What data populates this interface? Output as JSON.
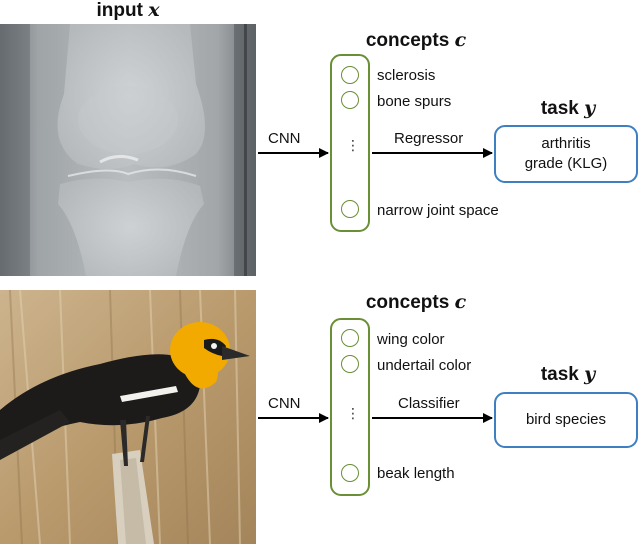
{
  "figure": {
    "input_title": "input",
    "input_var": "x",
    "panels": [
      {
        "concepts_title": "concepts",
        "concepts_var": "c",
        "concepts": [
          "sclerosis",
          "bone spurs",
          "narrow joint space"
        ],
        "ellipsis": "⋮",
        "backbone_label": "CNN",
        "head_label": "Regressor",
        "task_title": "task",
        "task_var": "y",
        "task_line1": "arthritis",
        "task_line2": "grade (KLG)"
      },
      {
        "concepts_title": "concepts",
        "concepts_var": "c",
        "concepts": [
          "wing color",
          "undertail color",
          "beak length"
        ],
        "ellipsis": "⋮",
        "backbone_label": "CNN",
        "head_label": "Classifier",
        "task_title": "task",
        "task_var": "y",
        "task_text": "bird species"
      }
    ],
    "colors": {
      "concept_box": "#6a8f36",
      "task_box": "#3d7fc1",
      "arrow": "#000000",
      "bird_head": "#f2a900",
      "xray_bg": "#9ea3a6"
    },
    "images": [
      "knee-xray-image",
      "bird-photo-image"
    ]
  }
}
